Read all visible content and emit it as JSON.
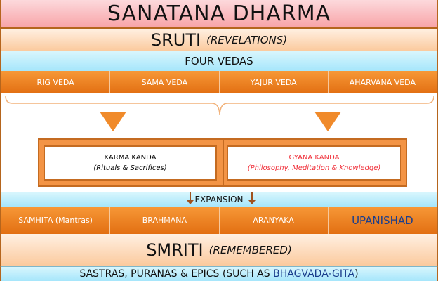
{
  "title": "SANATANA DHARMA",
  "sruti": {
    "label": "SRUTI",
    "sub": "(REVELATIONS)"
  },
  "four_vedas": "FOUR VEDAS",
  "vedas": [
    "RIG VEDA",
    "SAMA VEDA",
    "YAJUR VEDA",
    "AHARVANA VEDA"
  ],
  "karma": {
    "title": "KARMA KANDA",
    "sub": "(Rituals & Sacrifices)"
  },
  "gyana": {
    "title": "GYANA KANDA",
    "sub": "(Philosophy, Meditation & Knowledge)"
  },
  "expansion": "EXPANSION",
  "parts": [
    "SAMHITA (Mantras)",
    "BRAHMANA",
    "ARANYAKA",
    "UPANISHAD"
  ],
  "smriti": {
    "label": "SMRITI",
    "sub": "(REMEMBERED)"
  },
  "sastras": {
    "text": "SASTRAS, PURANAS & EPICS (SUCH AS ",
    "highlight": "BHAGVADA-GITA",
    "end": ")"
  }
}
